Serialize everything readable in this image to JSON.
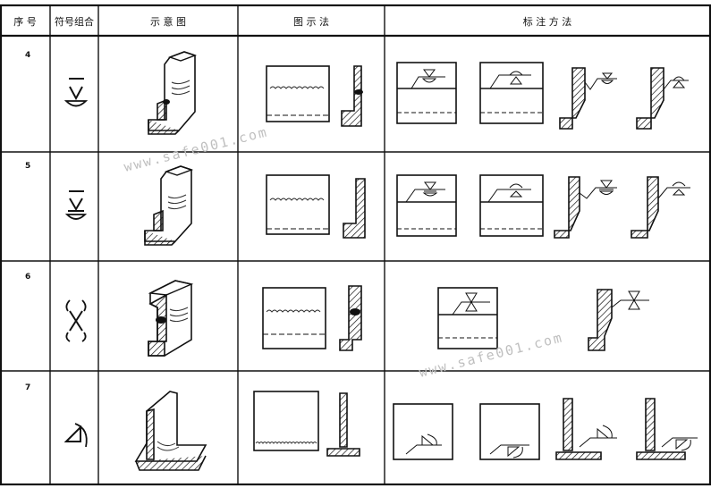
{
  "table": {
    "headers": {
      "seq": "序 号",
      "combo": "符号组合",
      "diagram": "示 意 图",
      "illustration": "图 示 法",
      "annotation": "标 注 方 法"
    },
    "rows": [
      {
        "num": "4"
      },
      {
        "num": "5"
      },
      {
        "num": "6"
      },
      {
        "num": "7"
      }
    ]
  },
  "watermark": {
    "text1": "www.safe001.com",
    "text2": "www.safe001.com"
  },
  "colors": {
    "ink": "#111111",
    "watermark": "#bfbfbf"
  }
}
